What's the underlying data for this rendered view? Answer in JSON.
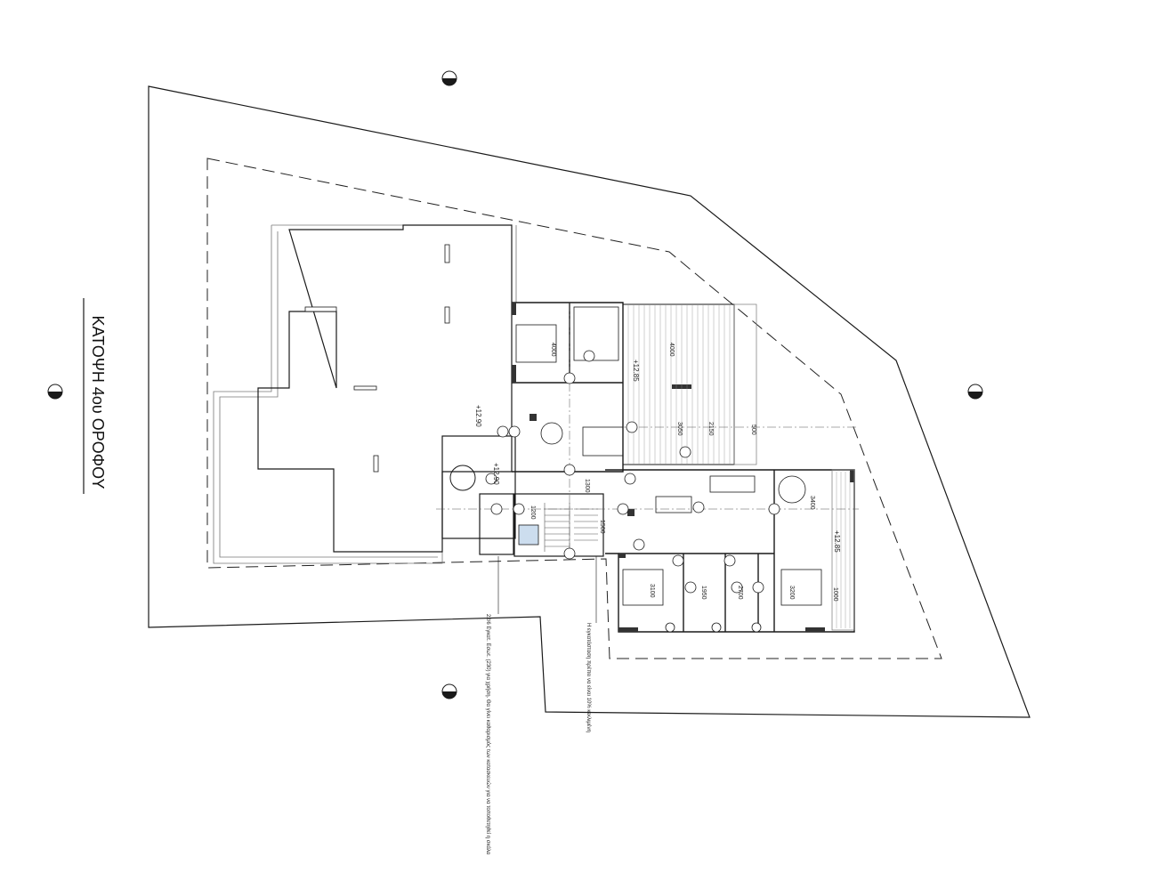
{
  "title": "ΚΑΤΟΨΗ 4ου ΟΡΟΦΟΥ",
  "levels": [
    "+12.85",
    "+12.90",
    "+12.90",
    "+12.85"
  ],
  "dimensions": [
    "4000",
    "3050",
    "2150",
    "3100",
    "3400",
    "1950",
    "2700",
    "3200",
    "1500",
    "1200",
    "1300",
    "500",
    "1000",
    "4000"
  ],
  "side_note_1": "22/6 Εγκατ. Εσωτ. (230) για χρήση. Θα γίνει καθαρισμός των κατασκευών για να τοποθετηθεί η σκάλα",
  "side_note_2": "Η εγκατάσταση πρέπει να είναι 10% κεκλιμένη",
  "colors": {
    "line": "#1a1a1a",
    "thin": "#666666",
    "dash": "#222222",
    "wall": "#333333"
  }
}
